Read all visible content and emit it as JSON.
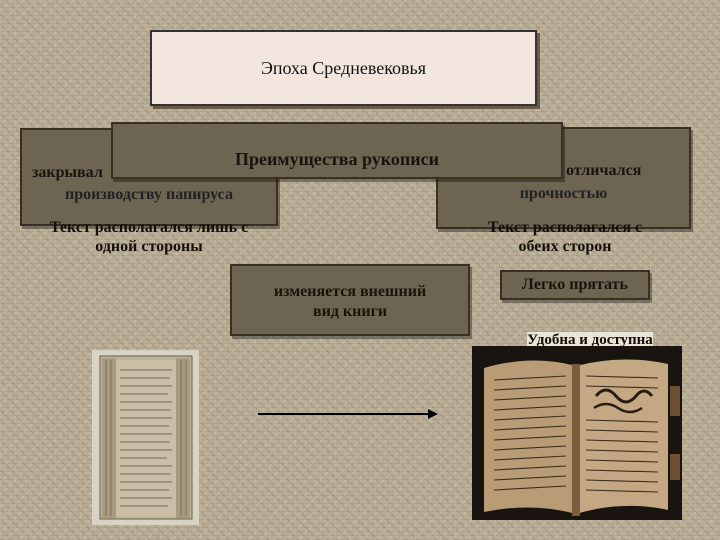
{
  "title": "Эпоха Средневековья",
  "header_box": "Преимущества рукописи",
  "left_box": {
    "line1": "закрывал",
    "line2": "производству папируса"
  },
  "right_box": {
    "line1": "отличался",
    "line2": "прочностью"
  },
  "left_text": {
    "line1": "Текст располагался лишь с",
    "line2": "одной стороны"
  },
  "right_text": {
    "line1": "Текст располагался с",
    "line2": "обеих сторон"
  },
  "center_box": {
    "line1": "изменяется внешний",
    "line2": "вид книги"
  },
  "hide_box": "Легко прятать",
  "convenient": "Удобна и доступна",
  "images": {
    "left": "scroll-photo",
    "right": "codex-book-photo"
  }
}
